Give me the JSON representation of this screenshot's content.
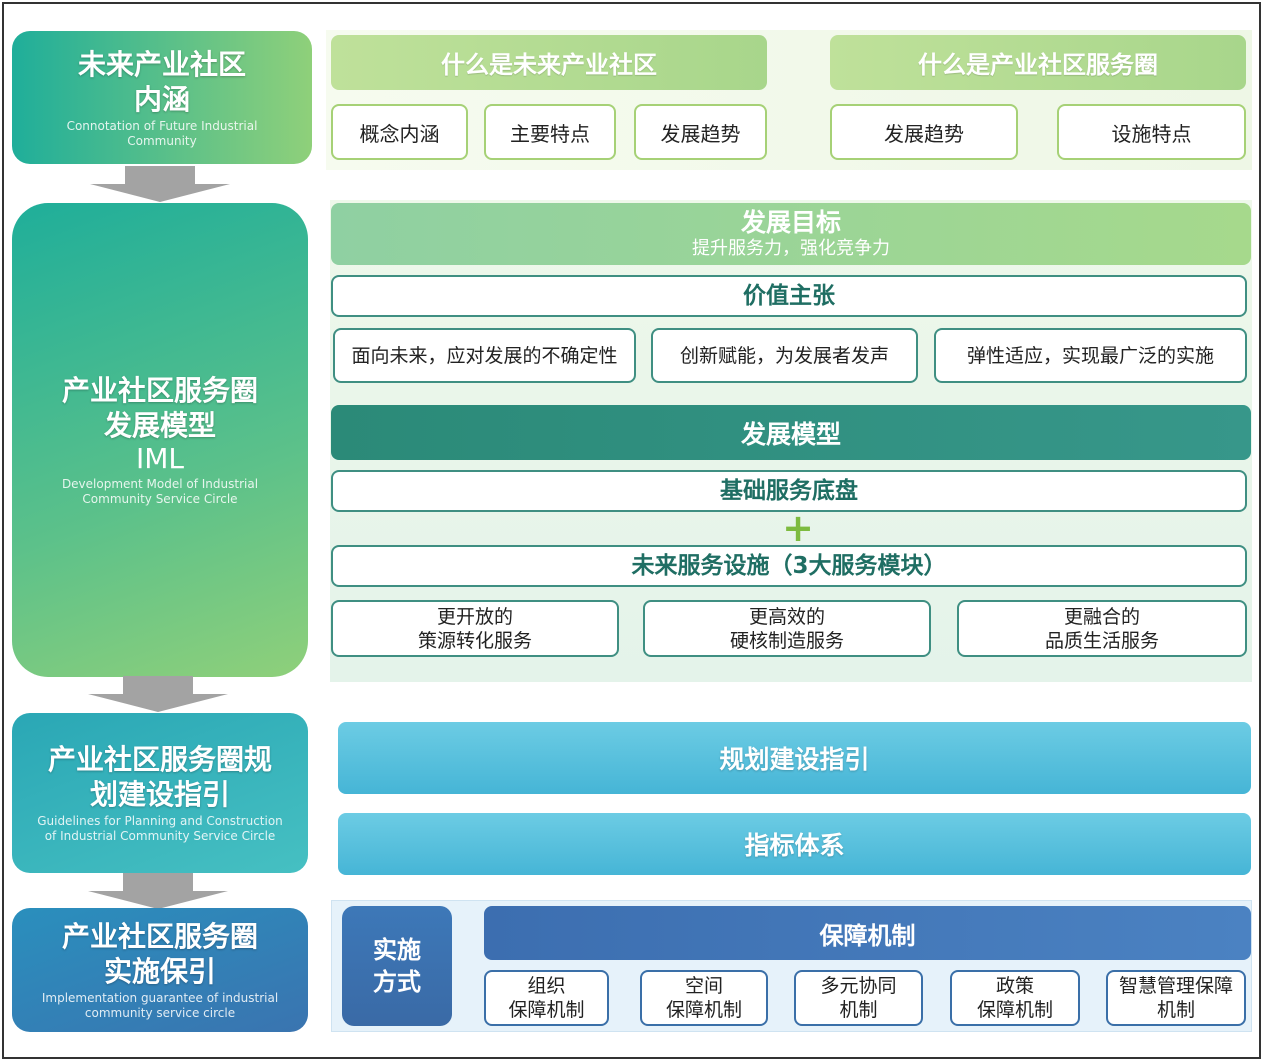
{
  "left": {
    "box1": {
      "title_line1": "未来产业社区",
      "title_line2": "内涵",
      "en": "Connotation of Future Industrial Community"
    },
    "box2": {
      "title_line1": "产业社区服务圈",
      "title_line2": "发展模型",
      "title_line3": "IML",
      "en": "Development Model of Industrial Community Service Circle"
    },
    "box3": {
      "title_line1": "产业社区服务圈规",
      "title_line2": "划建设指引",
      "en": "Guidelines for Planning and Construction of Industrial Community Service Circle"
    },
    "box4": {
      "title_line1": "产业社区服务圈",
      "title_line2": "实施保引",
      "en": "Implementation guarantee of industrial community service circle"
    }
  },
  "section1": {
    "left_head": "什么是未来产业社区",
    "right_head": "什么是产业社区服务圈",
    "left_items": [
      "概念内涵",
      "主要特点",
      "发展趋势"
    ],
    "right_items": [
      "发展趋势",
      "设施特点"
    ]
  },
  "section2": {
    "goal_title": "发展目标",
    "goal_sub": "提升服务力，强化竞争力",
    "value_title": "价值主张",
    "values": [
      "面向未来，应对发展的不确定性",
      "创新赋能，为发展者发声",
      "弹性适应，实现最广泛的实施"
    ],
    "model_title": "发展模型",
    "base_title": "基础服务底盘",
    "plus": "+",
    "future_title": "未来服务设施（3大服务模块）",
    "modules": [
      {
        "line1": "更开放的",
        "line2": "策源转化服务"
      },
      {
        "line1": "更高效的",
        "line2": "硬核制造服务"
      },
      {
        "line1": "更融合的",
        "line2": "品质生活服务"
      }
    ]
  },
  "section3": {
    "bar1": "规划建设指引",
    "bar2": "指标体系"
  },
  "section4": {
    "method_line1": "实施",
    "method_line2": "方式",
    "head": "保障机制",
    "items": [
      {
        "line1": "组织",
        "line2": "保障机制"
      },
      {
        "line1": "空间",
        "line2": "保障机制"
      },
      {
        "line1": "多元协同",
        "line2": "机制"
      },
      {
        "line1": "政策",
        "line2": "保障机制"
      },
      {
        "line1": "智慧管理保障",
        "line2": "机制"
      }
    ]
  },
  "colors": {
    "green_light": "#a8d68b",
    "teal": "#2e8a78",
    "blue": "#46b5d6",
    "navy": "#3a6fa8"
  }
}
